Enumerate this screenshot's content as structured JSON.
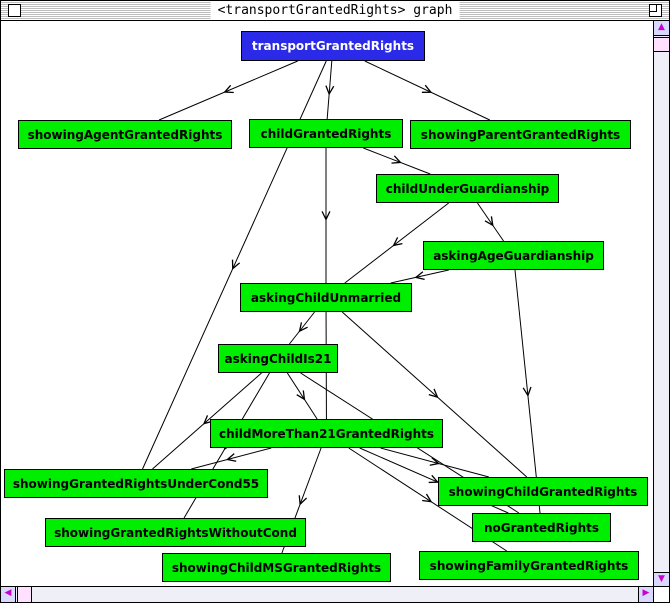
{
  "window": {
    "title": "<transportGrantedRights> graph"
  },
  "graph": {
    "nodes": [
      {
        "id": "transportGrantedRights",
        "label": "transportGrantedRights"
      },
      {
        "id": "showingAgentGrantedRights",
        "label": "showingAgentGrantedRights"
      },
      {
        "id": "childGrantedRights",
        "label": "childGrantedRights"
      },
      {
        "id": "showingParentGrantedRights",
        "label": "showingParentGrantedRights"
      },
      {
        "id": "childUnderGuardianship",
        "label": "childUnderGuardianship"
      },
      {
        "id": "askingAgeGuardianship",
        "label": "askingAgeGuardianship"
      },
      {
        "id": "askingChildUnmarried",
        "label": "askingChildUnmarried"
      },
      {
        "id": "askingChildIs21",
        "label": "askingChildIs21"
      },
      {
        "id": "childMoreThan21GrantedRights",
        "label": "childMoreThan21GrantedRights"
      },
      {
        "id": "showingGrantedRightsUnderCond55",
        "label": "showingGrantedRightsUnderCond55"
      },
      {
        "id": "showingChildGrantedRights",
        "label": "showingChildGrantedRights"
      },
      {
        "id": "showingGrantedRightsWithoutCond",
        "label": "showingGrantedRightsWithoutCond"
      },
      {
        "id": "noGrantedRights",
        "label": "noGrantedRights"
      },
      {
        "id": "showingChildMSGrantedRights",
        "label": "showingChildMSGrantedRights"
      },
      {
        "id": "showingFamilyGrantedRights",
        "label": "showingFamilyGrantedRights"
      }
    ],
    "edges": [
      [
        "transportGrantedRights",
        "showingAgentGrantedRights"
      ],
      [
        "transportGrantedRights",
        "childGrantedRights"
      ],
      [
        "transportGrantedRights",
        "showingParentGrantedRights"
      ],
      [
        "transportGrantedRights",
        "showingGrantedRightsUnderCond55"
      ],
      [
        "childGrantedRights",
        "childUnderGuardianship"
      ],
      [
        "childGrantedRights",
        "askingChildUnmarried"
      ],
      [
        "childUnderGuardianship",
        "askingAgeGuardianship"
      ],
      [
        "childUnderGuardianship",
        "askingChildUnmarried"
      ],
      [
        "askingAgeGuardianship",
        "askingChildUnmarried"
      ],
      [
        "askingAgeGuardianship",
        "noGrantedRights"
      ],
      [
        "askingChildUnmarried",
        "askingChildIs21"
      ],
      [
        "askingChildUnmarried",
        "childMoreThan21GrantedRights"
      ],
      [
        "askingChildUnmarried",
        "showingChildGrantedRights"
      ],
      [
        "askingChildIs21",
        "childMoreThan21GrantedRights"
      ],
      [
        "askingChildIs21",
        "showingGrantedRightsUnderCond55"
      ],
      [
        "askingChildIs21",
        "showingGrantedRightsWithoutCond"
      ],
      [
        "askingChildIs21",
        "noGrantedRights"
      ],
      [
        "childMoreThan21GrantedRights",
        "showingGrantedRightsUnderCond55"
      ],
      [
        "childMoreThan21GrantedRights",
        "showingChildMSGrantedRights"
      ],
      [
        "childMoreThan21GrantedRights",
        "showingChildGrantedRights"
      ],
      [
        "childMoreThan21GrantedRights",
        "noGrantedRights"
      ],
      [
        "childMoreThan21GrantedRights",
        "showingFamilyGrantedRights"
      ]
    ]
  },
  "colors": {
    "root_node": "#2a2ae8",
    "node": "#00ee00",
    "edge": "#000000",
    "scroll_arrow": "#cc00cc"
  },
  "scrollbars": {
    "up_icon": "arrow-up",
    "down_icon": "arrow-down",
    "left_icon": "arrow-left",
    "right_icon": "arrow-right"
  }
}
